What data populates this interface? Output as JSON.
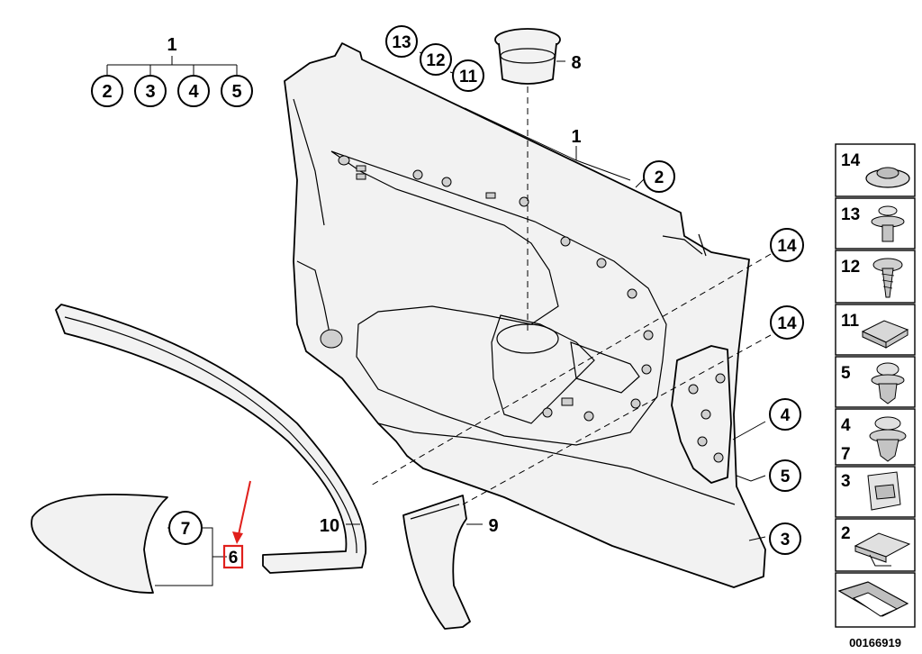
{
  "diagram": {
    "top_group": {
      "parent": "1",
      "children": [
        "2",
        "3",
        "4",
        "5"
      ]
    },
    "callouts": [
      {
        "id": "c13",
        "label": "13"
      },
      {
        "id": "c12",
        "label": "12"
      },
      {
        "id": "c11",
        "label": "11"
      },
      {
        "id": "c8",
        "label": "8"
      },
      {
        "id": "c1",
        "label": "1"
      },
      {
        "id": "c2",
        "label": "2"
      },
      {
        "id": "c14a",
        "label": "14"
      },
      {
        "id": "c14b",
        "label": "14"
      },
      {
        "id": "c4",
        "label": "4"
      },
      {
        "id": "c5",
        "label": "5"
      },
      {
        "id": "c3",
        "label": "3"
      },
      {
        "id": "c10",
        "label": "10"
      },
      {
        "id": "c9",
        "label": "9"
      },
      {
        "id": "c7",
        "label": "7"
      },
      {
        "id": "c6",
        "label": "6"
      }
    ],
    "highlight": {
      "label": "6",
      "color": "#e0201c"
    },
    "legend": [
      {
        "label": "14",
        "icon": "push-clip-icon"
      },
      {
        "label": "13",
        "icon": "expanding-rivet-icon"
      },
      {
        "label": "12",
        "icon": "screw-icon"
      },
      {
        "label": "11",
        "icon": "square-nut-icon"
      },
      {
        "label": "5",
        "icon": "clip-icon"
      },
      {
        "label": "4\n7",
        "icon": "clip-icon"
      },
      {
        "label": "3",
        "icon": "spring-nut-icon"
      },
      {
        "label": "2",
        "icon": "bracket-clip-icon"
      },
      {
        "label": "",
        "icon": "arrow-icon"
      }
    ],
    "footer_code": "00166919"
  }
}
